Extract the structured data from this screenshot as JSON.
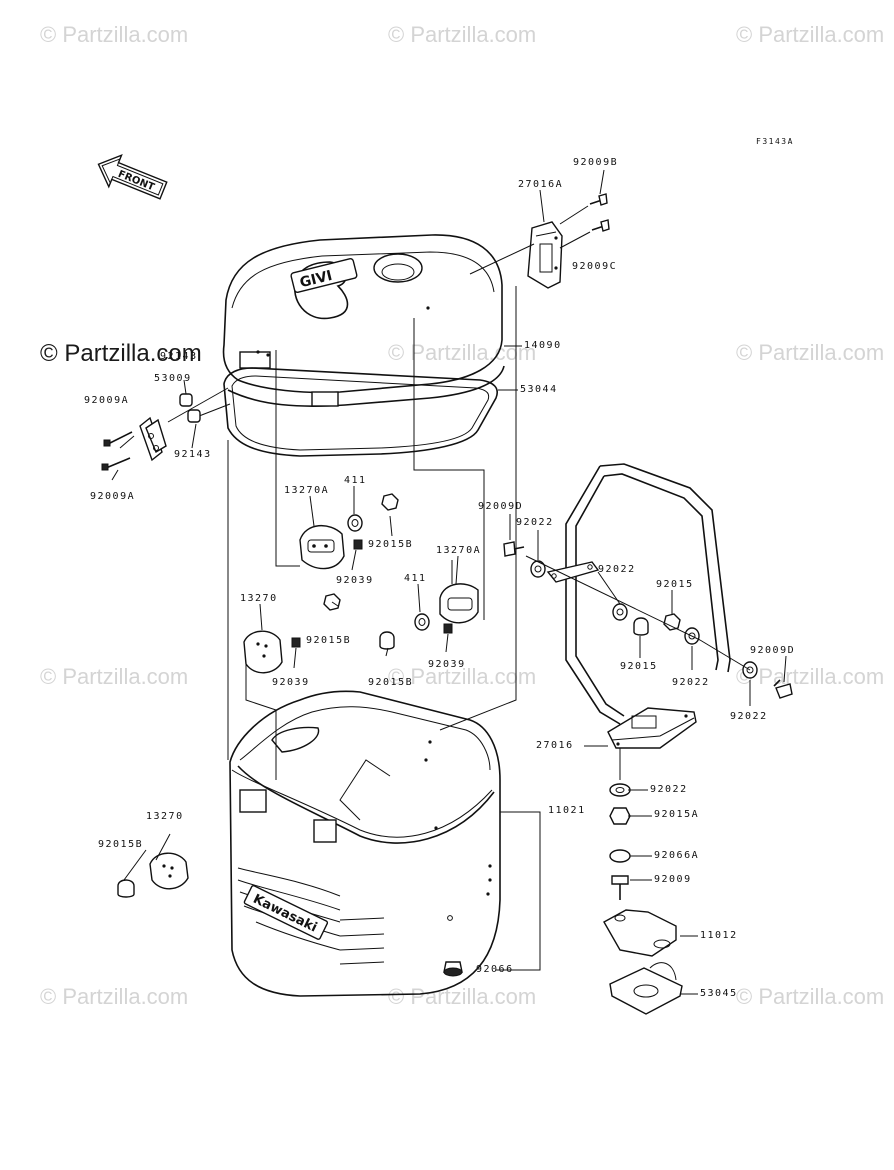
{
  "figure_code": "F3143A",
  "front_label": "FRONT",
  "brand_lid": "GIVI",
  "brand_case": "Kawasaki",
  "watermarks": {
    "light": "© Partzilla.com",
    "dark": "© Partzilla.com"
  },
  "parts": {
    "p92009B": "92009B",
    "p27016A": "27016A",
    "p92009C": "92009C",
    "p14090": "14090",
    "p53044": "53044",
    "p92143_top": "92143",
    "p53009": "53009",
    "p92009A_1": "92009A",
    "p92143": "92143",
    "p92009A_2": "92009A",
    "p13270A_1": "13270A",
    "p411_1": "411",
    "p92015B_1": "92015B",
    "p92039_1": "92039",
    "p92009D_1": "92009D",
    "p92022_1": "92022",
    "p13270A_2": "13270A",
    "p411_2": "411",
    "p92039_2": "92039",
    "p92022_2": "92022",
    "p92015_1": "92015",
    "p13270_1": "13270",
    "p92015B_2": "92015B",
    "p92039_3": "92039",
    "p92015B_3": "92015B",
    "p92015_2": "92015",
    "p92022_3": "92022",
    "p92009D_2": "92009D",
    "p92022_4": "92022",
    "p27016": "27016",
    "p92022_5": "92022",
    "p92015A": "92015A",
    "p13270_2": "13270",
    "p11021": "11021",
    "p92015B_4": "92015B",
    "p92066A": "92066A",
    "p92009": "92009",
    "p11012": "11012",
    "p92066": "92066",
    "p53045": "53045"
  }
}
